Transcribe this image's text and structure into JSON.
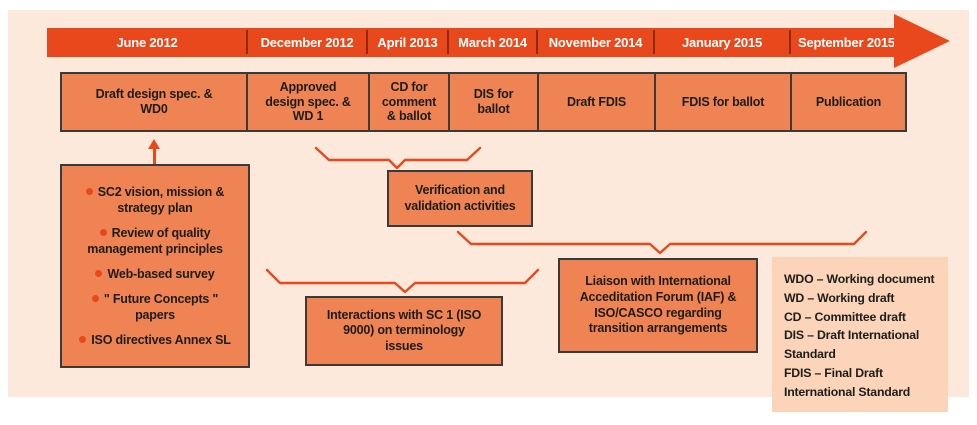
{
  "colors": {
    "accent": "#e8481c",
    "box_fill": "#ef8354",
    "panel_bg": "#fce9db",
    "legend_bg": "#fbd4b9",
    "border": "#3a3a38",
    "text_dark": "#1d1d1b",
    "date_text": "#ffffff"
  },
  "timeline": {
    "dates": [
      "June 2012",
      "December 2012",
      "April 2013",
      "March 2014",
      "November 2014",
      "January 2015",
      "September 2015"
    ],
    "milestones": [
      "Draft design spec. & WD0",
      "Approved design spec. & WD 1",
      "CD for comment & ballot",
      "DIS for ballot",
      "Draft FDIS",
      "FDIS for ballot",
      "Publication"
    ]
  },
  "boxes": {
    "sc2_activities": {
      "items": [
        "SC2 vision, mission & strategy plan",
        "Review of quality management principles",
        "Web-based survey",
        "\" Future Concepts \" papers",
        "ISO directives Annex SL"
      ]
    },
    "verification": "Verification and validation activities",
    "interactions": "Interactions with SC 1 (ISO 9000) on terminology issues",
    "liaison": "Liaison with International Acceditation Forum (IAF) & ISO/CASCO regarding transition arrangements"
  },
  "legend": {
    "items": [
      {
        "abbr": "WDO",
        "desc": "– Working document"
      },
      {
        "abbr": "WD",
        "desc": "– Working draft"
      },
      {
        "abbr": "CD",
        "desc": "– Committee draft"
      },
      {
        "abbr": "DIS",
        "desc": "– Draft International Standard"
      },
      {
        "abbr": "FDIS",
        "desc": "– Final Draft International Standard"
      }
    ]
  }
}
